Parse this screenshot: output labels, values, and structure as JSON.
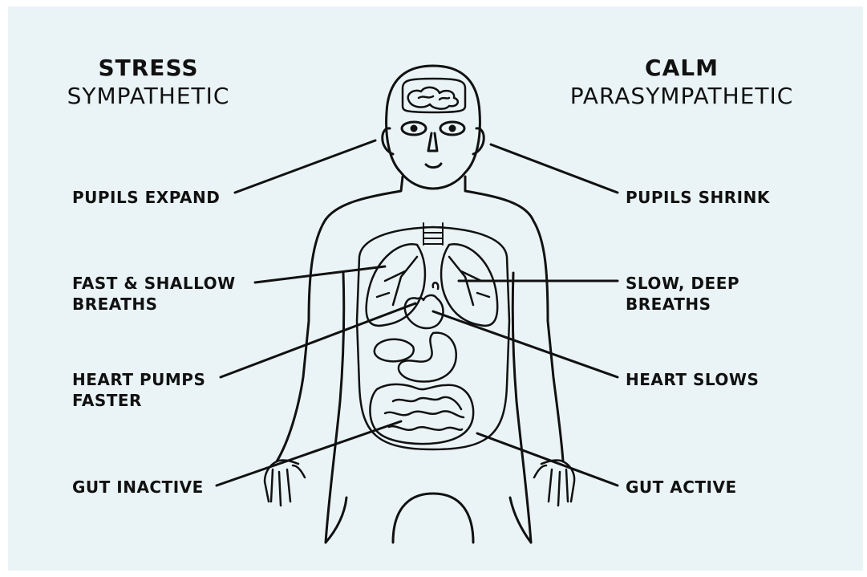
{
  "left": {
    "title": "STRESS",
    "subtitle": "SYMPATHETIC",
    "labels": [
      "PUPILS EXPAND",
      "FAST & SHALLOW\nBREATHS",
      "HEART PUMPS\nFASTER",
      "GUT INACTIVE"
    ]
  },
  "right": {
    "title": "CALM",
    "subtitle": "PARASYMPATHETIC",
    "labels": [
      "PUPILS SHRINK",
      "SLOW, DEEP\nBREATHS",
      "HEART SLOWS",
      "GUT ACTIVE"
    ]
  },
  "colors": {
    "background": "#eaf4f6",
    "ink": "#111111"
  }
}
